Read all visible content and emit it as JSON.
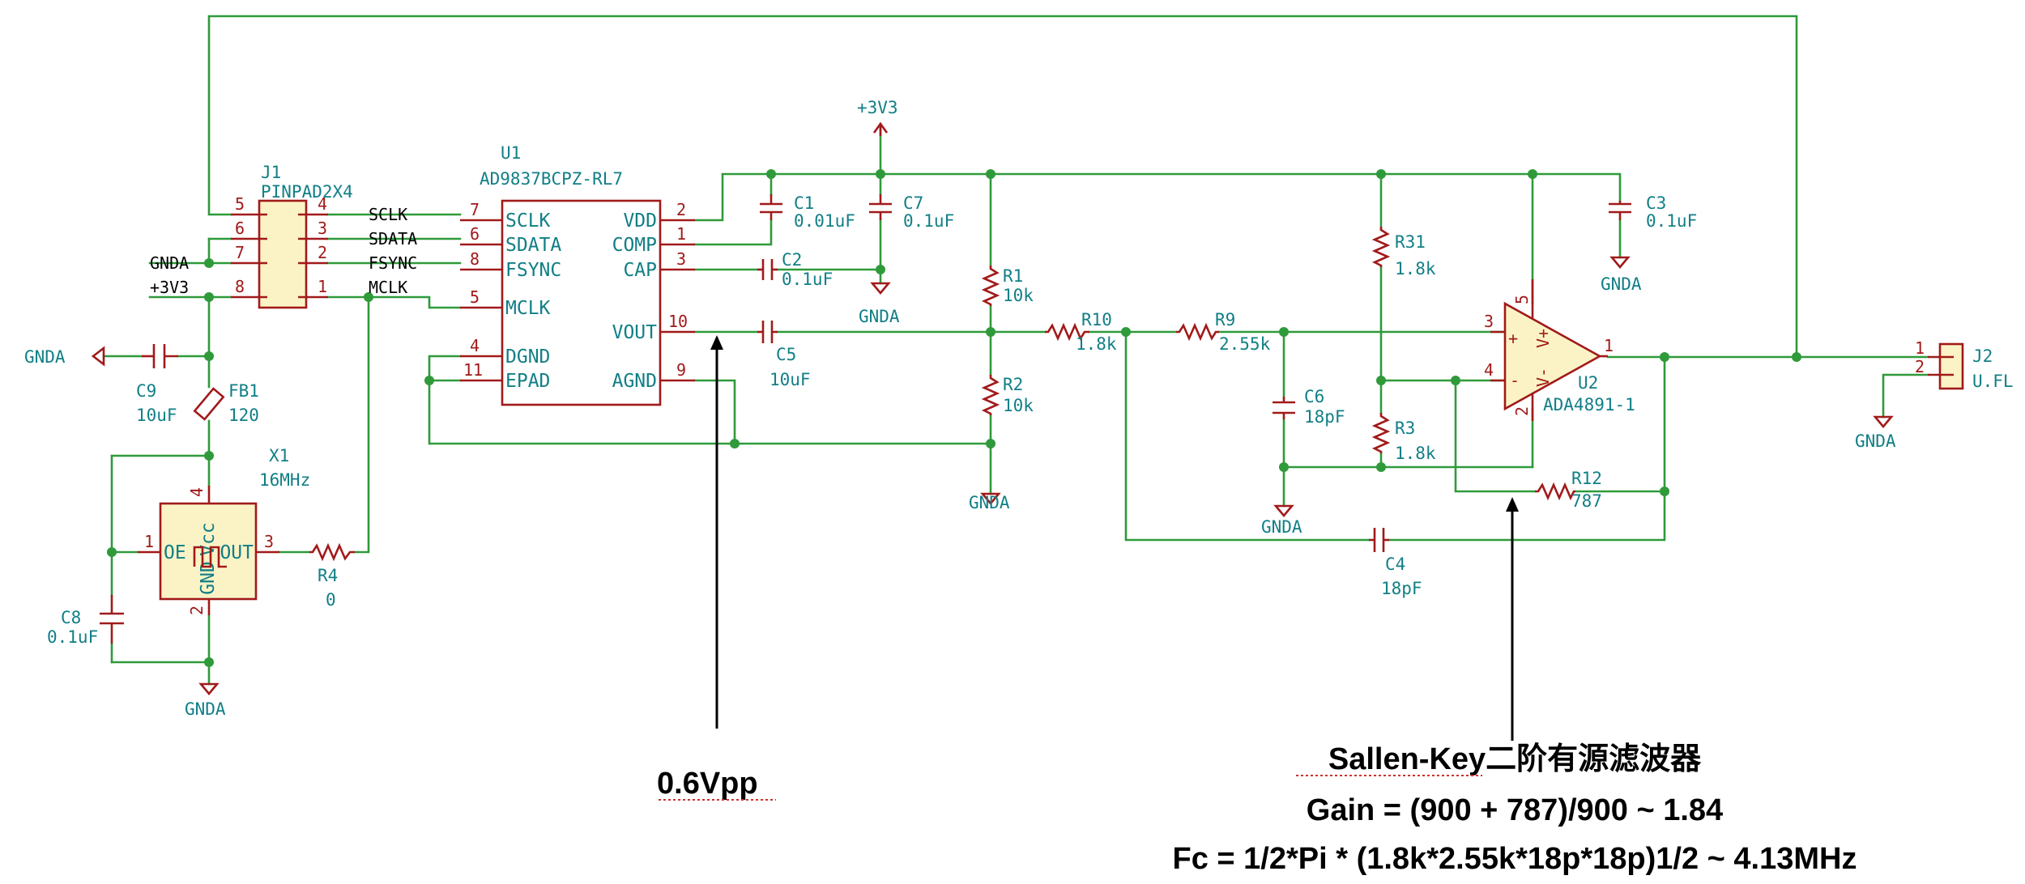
{
  "parts": {
    "J1": {
      "ref": "J1",
      "value": "PINPAD2X4",
      "pins_left": [
        "5",
        "6",
        "7",
        "8"
      ],
      "pins_right": [
        "4",
        "3",
        "2",
        "1"
      ]
    },
    "U1": {
      "ref": "U1",
      "value": "AD9837BCPZ-RL7",
      "left_pins": [
        {
          "num": "7",
          "name": "SCLK"
        },
        {
          "num": "6",
          "name": "SDATA"
        },
        {
          "num": "8",
          "name": "FSYNC"
        },
        {
          "num": "5",
          "name": "MCLK"
        },
        {
          "num": "4",
          "name": "DGND"
        },
        {
          "num": "11",
          "name": "EPAD"
        }
      ],
      "right_pins": [
        {
          "num": "2",
          "name": "VDD"
        },
        {
          "num": "1",
          "name": "COMP"
        },
        {
          "num": "3",
          "name": "CAP"
        },
        {
          "num": "10",
          "name": "VOUT"
        },
        {
          "num": "9",
          "name": "AGND"
        }
      ]
    },
    "U2": {
      "ref": "U2",
      "value": "ADA4891-1",
      "pins": [
        "3",
        "4",
        "5",
        "2",
        "1"
      ],
      "plus": "+",
      "minus": "-",
      "vpos": "V+",
      "vneg": "V-"
    },
    "X1": {
      "ref": "X1",
      "value": "16MHz",
      "oe": "OE",
      "out": "OUT",
      "vcc": "Vcc",
      "gnd": "GND",
      "pins": [
        "1",
        "3",
        "4",
        "2"
      ]
    },
    "J2": {
      "ref": "J2",
      "value": "U.FL",
      "pins": [
        "1",
        "2"
      ]
    },
    "C1": {
      "ref": "C1",
      "value": "0.01uF"
    },
    "C2": {
      "ref": "C2",
      "value": "0.1uF"
    },
    "C3": {
      "ref": "C3",
      "value": "0.1uF"
    },
    "C4": {
      "ref": "C4",
      "value": "18pF"
    },
    "C5": {
      "ref": "C5",
      "value": "10uF"
    },
    "C6": {
      "ref": "C6",
      "value": "18pF"
    },
    "C7": {
      "ref": "C7",
      "value": "0.1uF"
    },
    "C8": {
      "ref": "C8",
      "value": "0.1uF"
    },
    "C9": {
      "ref": "C9",
      "value": "10uF"
    },
    "R1": {
      "ref": "R1",
      "value": "10k"
    },
    "R2": {
      "ref": "R2",
      "value": "10k"
    },
    "R3": {
      "ref": "R3",
      "value": "1.8k"
    },
    "R4": {
      "ref": "R4",
      "value": "0"
    },
    "R9": {
      "ref": "R9",
      "value": "2.55k"
    },
    "R10": {
      "ref": "R10",
      "value": "1.8k"
    },
    "R12": {
      "ref": "R12",
      "value": "787"
    },
    "R31": {
      "ref": "R31",
      "value": "1.8k"
    },
    "FB1": {
      "ref": "FB1",
      "value": "120"
    }
  },
  "nets": {
    "sclk": "SCLK",
    "sdata": "SDATA",
    "fsync": "FSYNC",
    "mclk": "MCLK",
    "gnda": "GNDA",
    "v3v3": "+3V3"
  },
  "annotations": {
    "vout_note": "0.6Vpp",
    "filter_title": "Sallen-Key二阶有源滤波器",
    "gain": "Gain = (900 + 787)/900 ~ 1.84",
    "fc": "Fc = 1/2*Pi * (1.8k*2.55k*18p*18p)1/2 ~ 4.13MHz"
  },
  "colors": {
    "wire": "#2f9a3a",
    "component": "#a11a1a",
    "label": "#117f86",
    "ic_fill": "#fbf3c6",
    "pointer": "#000000"
  }
}
